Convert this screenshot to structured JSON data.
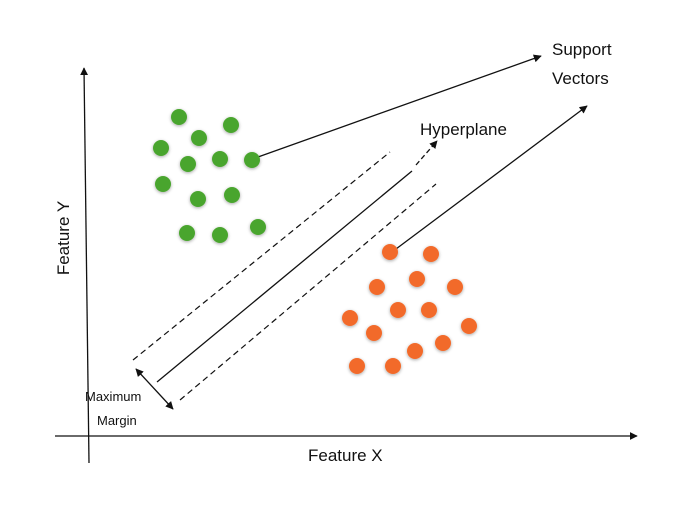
{
  "labels": {
    "x_axis": "Feature X",
    "y_axis": "Feature Y",
    "hyperplane": "Hyperplane",
    "support_vectors_line1": "Support",
    "support_vectors_line2": "Vectors",
    "margin_line1": "Maximum",
    "margin_line2": "Margin"
  },
  "colors": {
    "class_a": "#4aa52e",
    "class_b": "#f26b2a",
    "line": "#111111",
    "background": "#ffffff"
  }
}
